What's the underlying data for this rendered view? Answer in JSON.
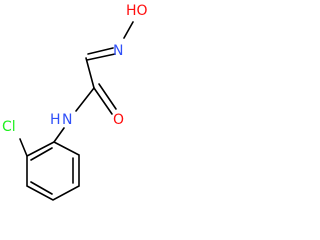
{
  "molecule": {
    "atom_labels": {
      "hydroxyl": "HO",
      "oxime_nitrogen": "N",
      "amide_nitrogen": "N",
      "amide_hydrogen": "H",
      "carbonyl_oxygen": "O",
      "chlorine": "Cl"
    },
    "colors": {
      "bond": "#000000",
      "oxygen": "#ff0d0d",
      "nitrogen": "#3050f8",
      "chlorine": "#1ff01f"
    }
  }
}
